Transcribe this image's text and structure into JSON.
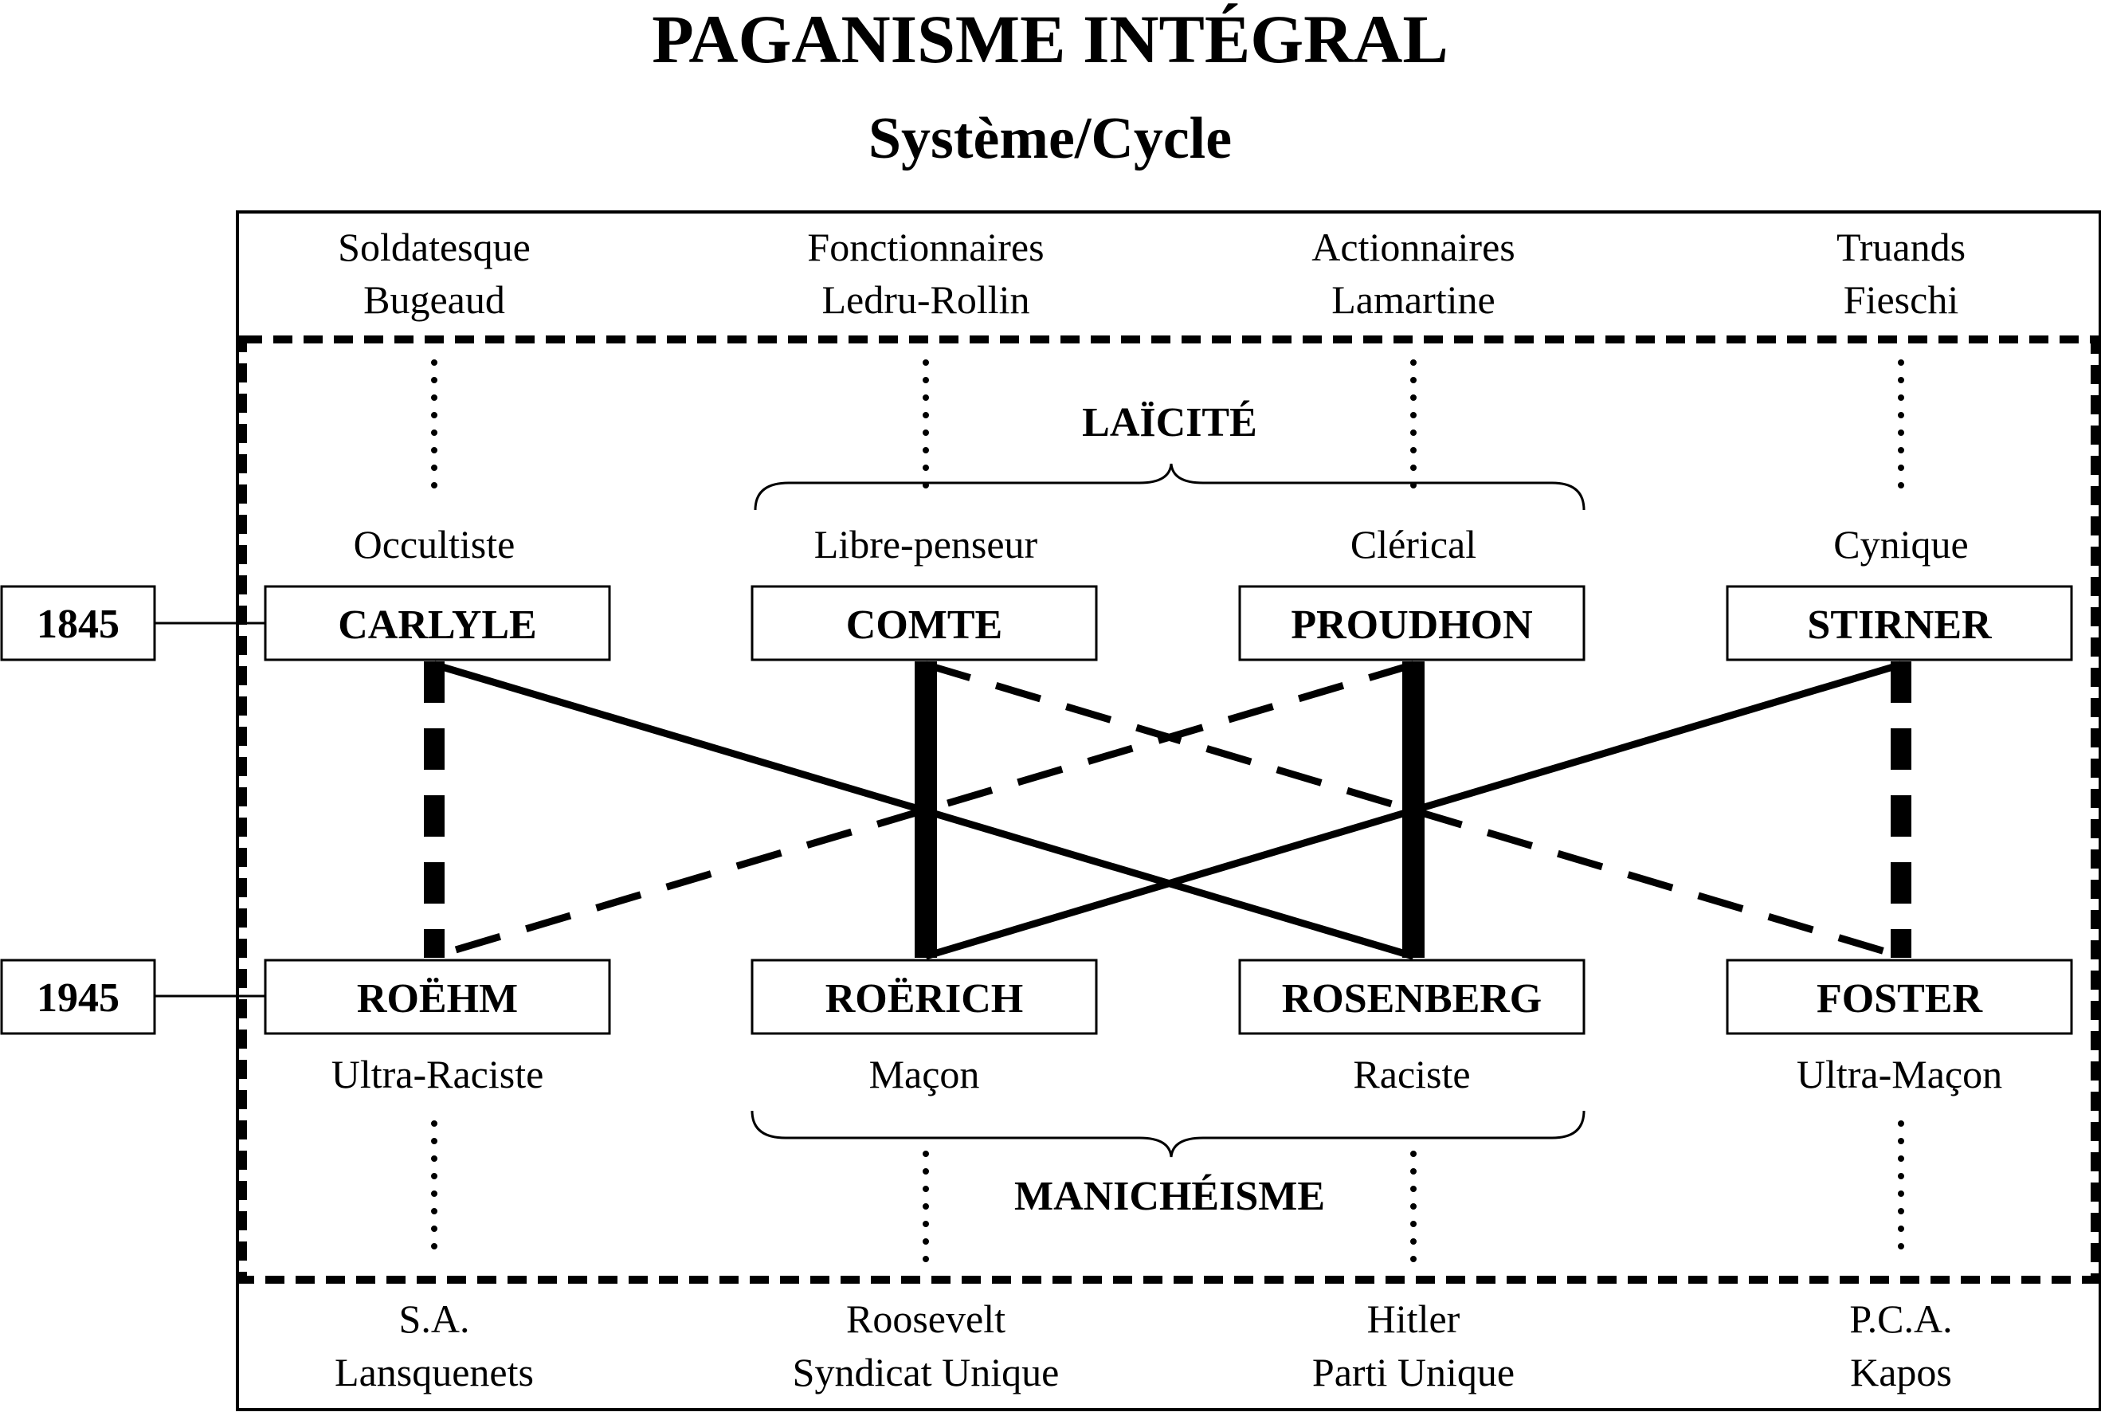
{
  "title": "PAGANISME INTÉGRAL",
  "subtitle": "Système/Cycle",
  "colors": {
    "ink": "#000000",
    "background": "#ffffff"
  },
  "columns": [
    {
      "top_line1": "Soldatesque",
      "top_line2": "Bugeaud",
      "upper_trait": "Occultiste",
      "upper_name": "CARLYLE",
      "lower_name": "ROËHM",
      "lower_trait": "Ultra-Raciste",
      "bottom_line1": "S.A.",
      "bottom_line2": "Lansquenets"
    },
    {
      "top_line1": "Fonctionnaires",
      "top_line2": "Ledru-Rollin",
      "upper_trait": "Libre-penseur",
      "upper_name": "COMTE",
      "lower_name": "ROËRICH",
      "lower_trait": "Maçon",
      "bottom_line1": "Roosevelt",
      "bottom_line2": "Syndicat Unique"
    },
    {
      "top_line1": "Actionnaires",
      "top_line2": "Lamartine",
      "upper_trait": "Clérical",
      "upper_name": "PROUDHON",
      "lower_name": "ROSENBERG",
      "lower_trait": "Raciste",
      "bottom_line1": "Hitler",
      "bottom_line2": "Parti Unique"
    },
    {
      "top_line1": "Truands",
      "top_line2": "Fieschi",
      "upper_trait": "Cynique",
      "upper_name": "STIRNER",
      "lower_name": "FOSTER",
      "lower_trait": "Ultra-Maçon",
      "bottom_line1": "P.C.A.",
      "bottom_line2": "Kapos"
    }
  ],
  "upper_brace_label": "LAÏCITÉ",
  "lower_brace_label": "MANICHÉISME",
  "years": {
    "upper": "1845",
    "lower": "1945"
  }
}
